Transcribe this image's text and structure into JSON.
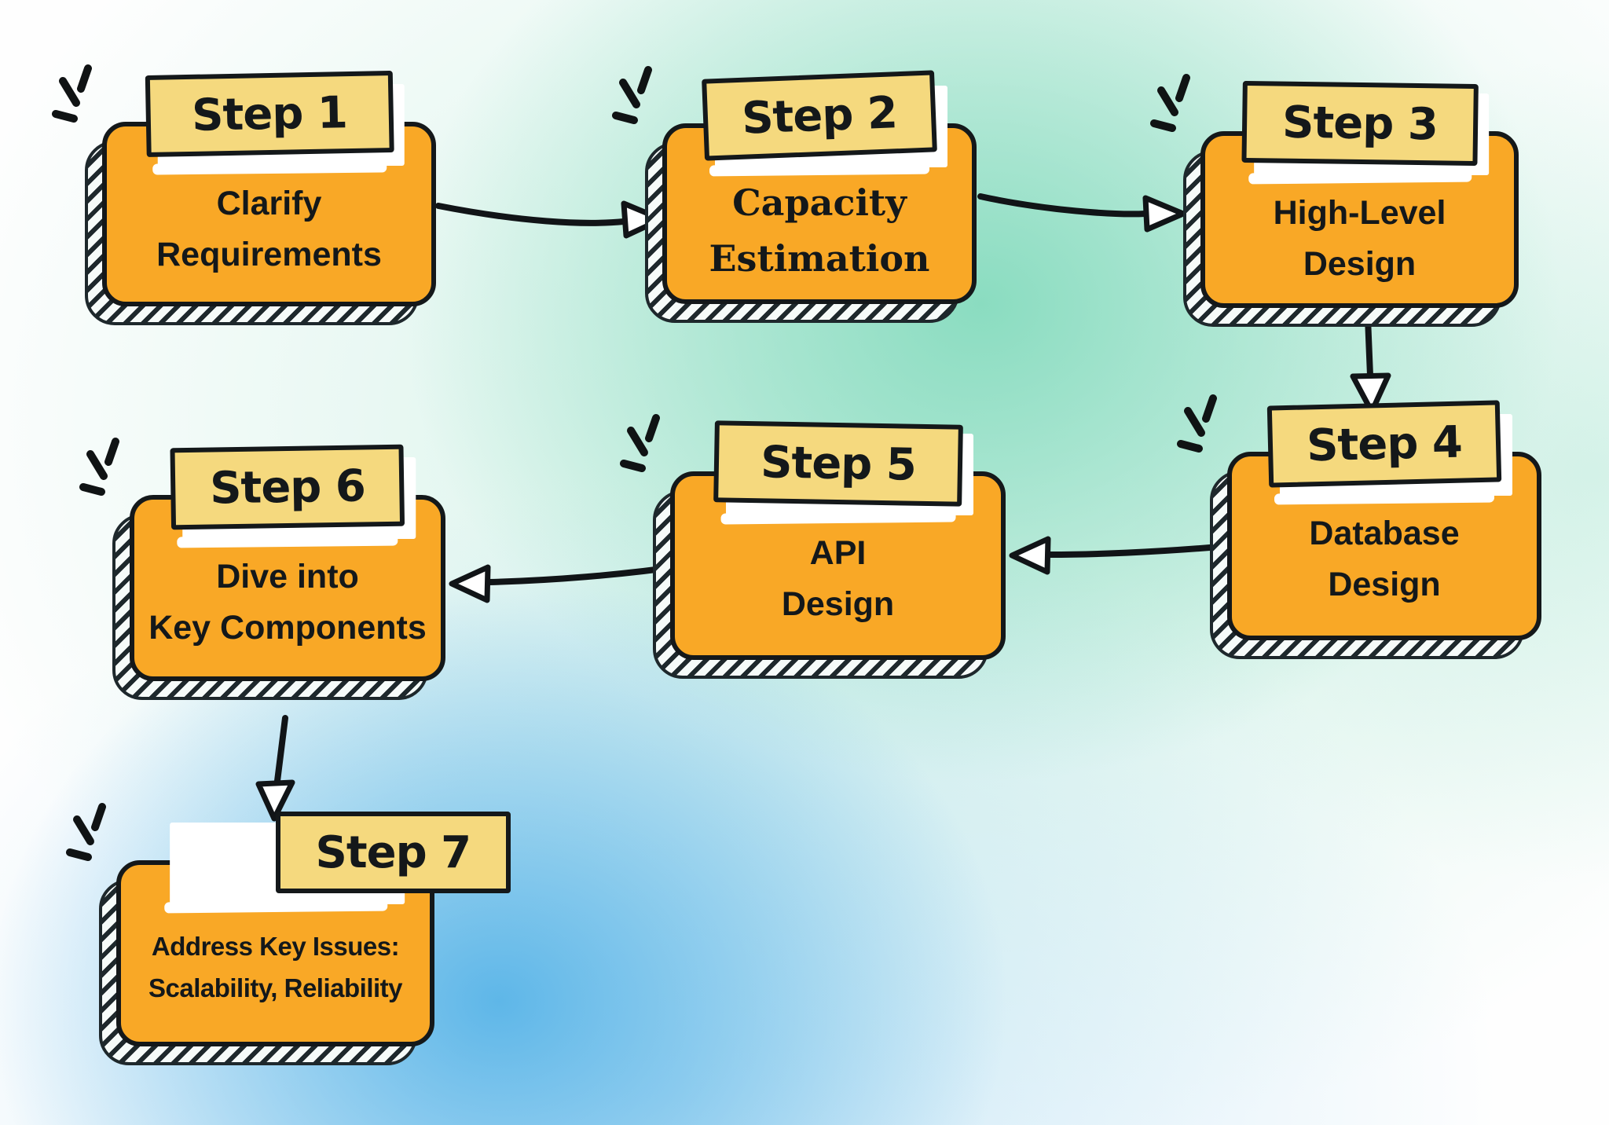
{
  "diagram": {
    "steps": [
      {
        "badge": "Step 1",
        "title": "Clarify\nRequirements"
      },
      {
        "badge": "Step 2",
        "title": "Capacity\nEstimation"
      },
      {
        "badge": "Step 3",
        "title": "High-Level\nDesign"
      },
      {
        "badge": "Step 4",
        "title": "Database\nDesign"
      },
      {
        "badge": "Step 5",
        "title": "API\nDesign"
      },
      {
        "badge": "Step 6",
        "title": "Dive into\nKey Components"
      },
      {
        "badge": "Step 7",
        "title": "Address Key Issues:\nScalability, Reliability"
      }
    ],
    "connections": [
      {
        "from": "Step 1",
        "to": "Step 2"
      },
      {
        "from": "Step 2",
        "to": "Step 3"
      },
      {
        "from": "Step 3",
        "to": "Step 4"
      },
      {
        "from": "Step 4",
        "to": "Step 5"
      },
      {
        "from": "Step 5",
        "to": "Step 6"
      },
      {
        "from": "Step 6",
        "to": "Step 7"
      }
    ],
    "colors": {
      "box_fill": "#F9A826",
      "badge_fill": "#F5D97E",
      "outline": "#14181A",
      "shadow_hatch": "#1E282C",
      "background_green": "#86DBBE",
      "background_blue": "#54B2E7",
      "arrow": "#111417"
    }
  }
}
